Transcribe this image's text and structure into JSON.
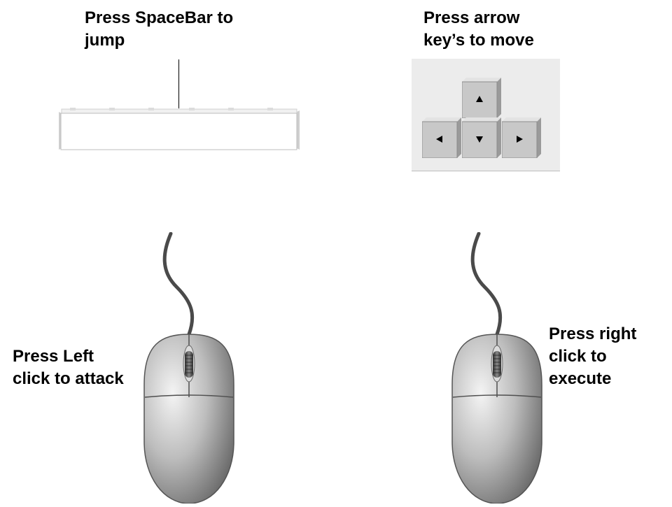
{
  "labels": {
    "spacebar": "Press SpaceBar to\njump",
    "arrows": "Press arrow\nkey’s to move",
    "left_click": "Press Left\nclick to attack",
    "right_click": "Press right\nclick to\nexecute"
  },
  "icons": {
    "spacebar": "spacebar-key-icon",
    "arrow_up": "arrow-up-key-icon",
    "arrow_left": "arrow-left-key-icon",
    "arrow_down": "arrow-down-key-icon",
    "arrow_right": "arrow-right-key-icon",
    "mouse": "computer-mouse-icon"
  },
  "colors": {
    "text": "#000000",
    "key_face": "#c8c8c8",
    "panel": "#ececec",
    "mouse_body": "#b8b8b8",
    "cord": "#4a4a4a"
  }
}
